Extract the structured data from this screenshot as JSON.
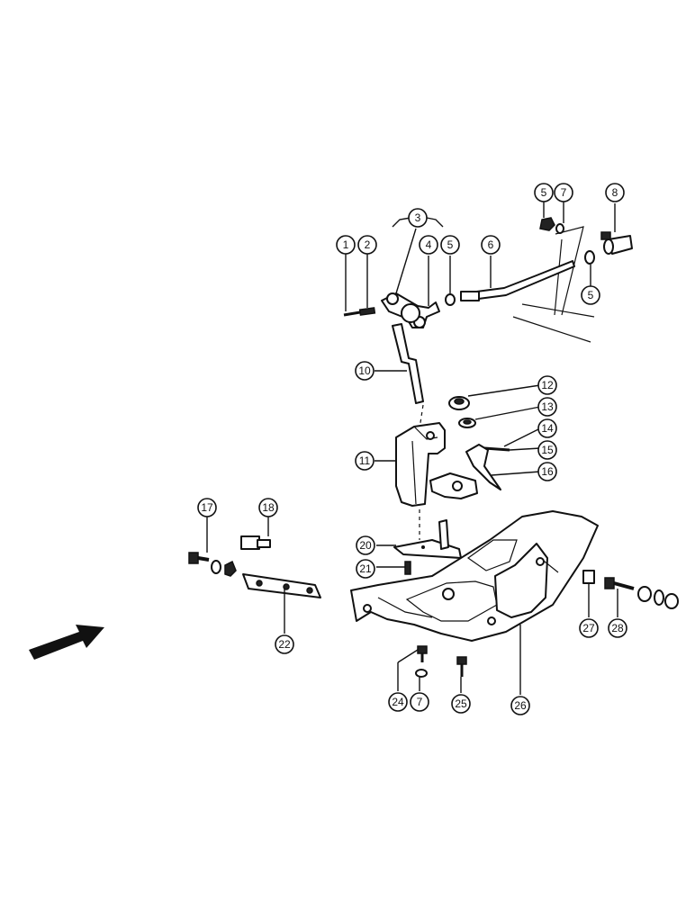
{
  "diagram": {
    "callouts": [
      {
        "id": "c1",
        "label": "1"
      },
      {
        "id": "c2",
        "label": "2"
      },
      {
        "id": "c3",
        "label": "3"
      },
      {
        "id": "c4",
        "label": "4"
      },
      {
        "id": "c5a",
        "label": "5"
      },
      {
        "id": "c6",
        "label": "6"
      },
      {
        "id": "c5b",
        "label": "5"
      },
      {
        "id": "c7a",
        "label": "7"
      },
      {
        "id": "c8",
        "label": "8"
      },
      {
        "id": "c5c",
        "label": "5"
      },
      {
        "id": "c10",
        "label": "10"
      },
      {
        "id": "c11",
        "label": "11"
      },
      {
        "id": "c12",
        "label": "12"
      },
      {
        "id": "c13",
        "label": "13"
      },
      {
        "id": "c14",
        "label": "14"
      },
      {
        "id": "c15",
        "label": "15"
      },
      {
        "id": "c16",
        "label": "16"
      },
      {
        "id": "c17",
        "label": "17"
      },
      {
        "id": "c18",
        "label": "18"
      },
      {
        "id": "c20",
        "label": "20"
      },
      {
        "id": "c21",
        "label": "21"
      },
      {
        "id": "c22",
        "label": "22"
      },
      {
        "id": "c24",
        "label": "24"
      },
      {
        "id": "c7b",
        "label": "7"
      },
      {
        "id": "c25",
        "label": "25"
      },
      {
        "id": "c26",
        "label": "26"
      },
      {
        "id": "c27",
        "label": "27"
      },
      {
        "id": "c28",
        "label": "28"
      }
    ]
  }
}
